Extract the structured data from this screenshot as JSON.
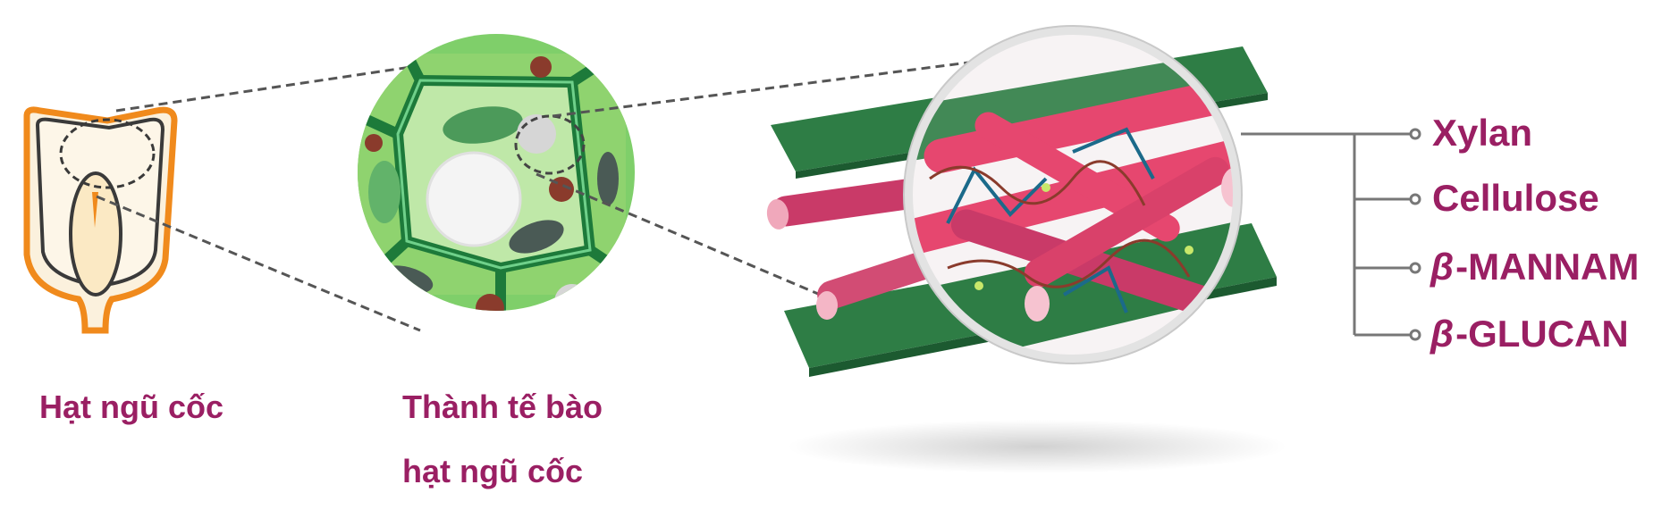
{
  "captions": {
    "grain": "Hạt ngũ cốc",
    "cell_wall_line1": "Thành tế bào",
    "cell_wall_line2": "hạt ngũ cốc"
  },
  "legend": [
    {
      "prefix": "",
      "label": "Xylan"
    },
    {
      "prefix": "",
      "label": "Cellulose"
    },
    {
      "prefix": "β",
      "label": "-MANNAM"
    },
    {
      "prefix": "β",
      "label": "-GLUCAN"
    }
  ],
  "colors": {
    "label_text": "#9a1f63",
    "grain_outline": "#f08a1c",
    "cell_green": "#2e8b57",
    "sheet_green": "#2e7d45",
    "fiber_pink": "#e6476f"
  }
}
